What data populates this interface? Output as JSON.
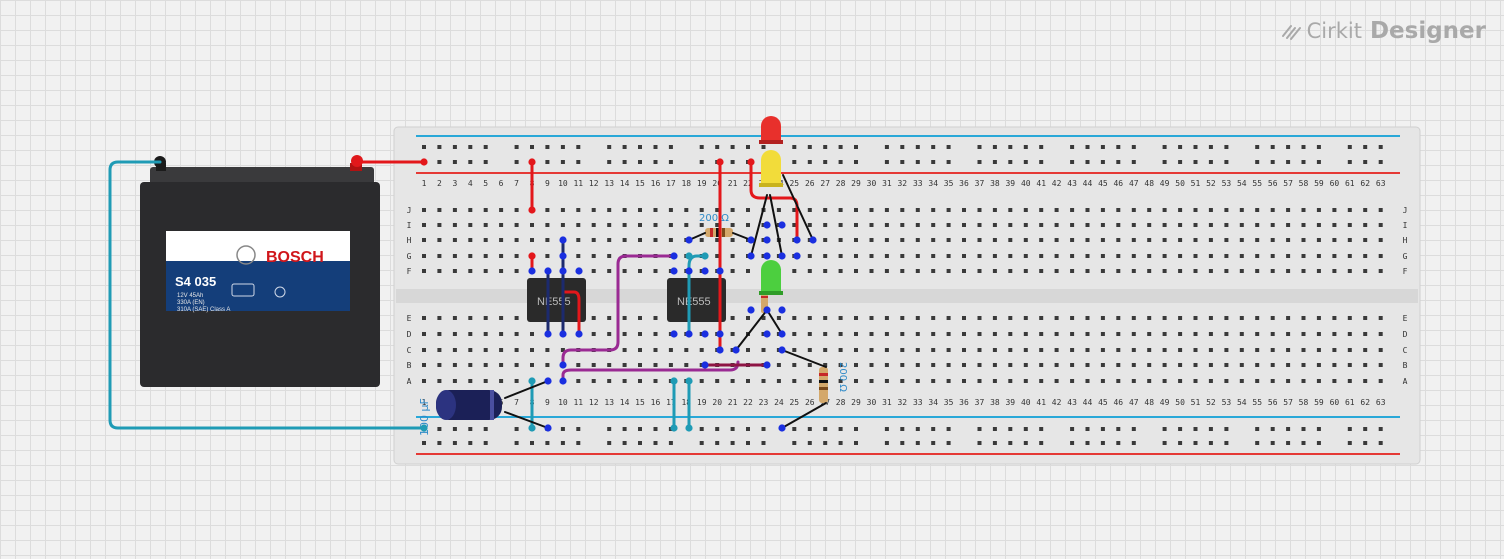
{
  "app": {
    "brand_prefix": "Cirkit",
    "brand_suffix": "Designer",
    "logo_icon": "cirkit-logo-icon"
  },
  "battery": {
    "brand": "BOSCH",
    "model": "S4 035",
    "spec_lines": [
      "12V 45Ah",
      "330A (EN)",
      "310A (SAE)  Class A"
    ],
    "case_color": "#2b2b2d",
    "label_color": "#143e7a"
  },
  "breadboard": {
    "columns": [
      "1",
      "2",
      "3",
      "4",
      "5",
      "6",
      "7",
      "8",
      "9",
      "10",
      "11",
      "12",
      "13",
      "14",
      "15",
      "16",
      "17",
      "18",
      "19",
      "20",
      "21",
      "22",
      "23",
      "24",
      "25",
      "26",
      "27",
      "28",
      "29",
      "30",
      "31",
      "32",
      "33",
      "34",
      "35",
      "36",
      "37",
      "38",
      "39",
      "40",
      "41",
      "42",
      "43",
      "44",
      "45",
      "46",
      "47",
      "48",
      "49",
      "50",
      "51",
      "52",
      "53",
      "54",
      "55",
      "56",
      "57",
      "58",
      "59",
      "60",
      "61",
      "62",
      "63"
    ],
    "rows_top": [
      "J",
      "I",
      "H",
      "G",
      "F"
    ],
    "rows_bottom": [
      "E",
      "D",
      "C",
      "B",
      "A"
    ],
    "rail_positive_color": "#e53935",
    "rail_negative_color": "#29a8d8"
  },
  "components": {
    "ic1_label": "NE555",
    "ic2_label": "NE555",
    "resistor_top_label": "200 Ω",
    "resistor_side_label": "200 Ω",
    "capacitor_label": "100 µF"
  },
  "colors": {
    "wire_red": "#e3171b",
    "wire_teal": "#1f9bb5",
    "wire_purple": "#9a2a93",
    "wire_navy": "#1c2a6e",
    "wire_black": "#111111",
    "wire_maroon": "#8e1444",
    "pin_blue": "#1a2fe0",
    "led_red": "#e8302c",
    "led_yellow": "#f2dc3a",
    "led_green": "#4ccf3f"
  }
}
